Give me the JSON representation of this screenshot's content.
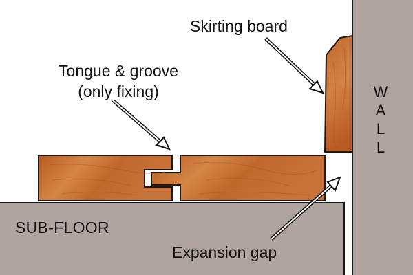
{
  "labels": {
    "skirting_board": "Skirting board",
    "tongue_groove_line1": "Tongue & groove",
    "tongue_groove_line2": "(only fixing)",
    "sub_floor": "SUB-FLOOR",
    "expansion_gap": "Expansion gap",
    "wall_letters": [
      "W",
      "A",
      "L",
      "L"
    ]
  },
  "colors": {
    "wall": "#b0a4a0",
    "sub_floor": "#b0a4a0",
    "wood": "#c2642a",
    "wood_light": "#d9894d",
    "outline": "#1a1a1a",
    "background": "#ffffff"
  },
  "icons": {
    "arrows": [
      "skirting-arrow-icon",
      "tongue-groove-arrow-icon",
      "expansion-gap-arrow-icon"
    ]
  }
}
